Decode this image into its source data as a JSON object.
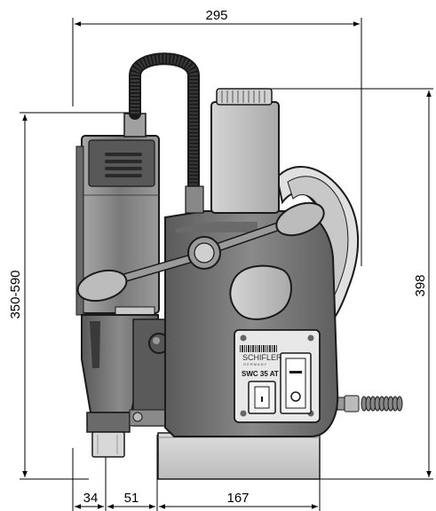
{
  "dimensions": {
    "overall_width": "295",
    "overall_height": "398",
    "adjustable_height": "350-590",
    "base_offset_left": "34",
    "spindle_offset": "51",
    "base_length": "167"
  },
  "label_plate": {
    "brand": "SCHIFLER",
    "model": "SWC 35 AT"
  },
  "colors": {
    "body": "#7d7d7d",
    "body_dark": "#4a4a4a",
    "body_light": "#bdbdbd",
    "outline": "#1a1a1a",
    "dimension_line": "#000000"
  }
}
